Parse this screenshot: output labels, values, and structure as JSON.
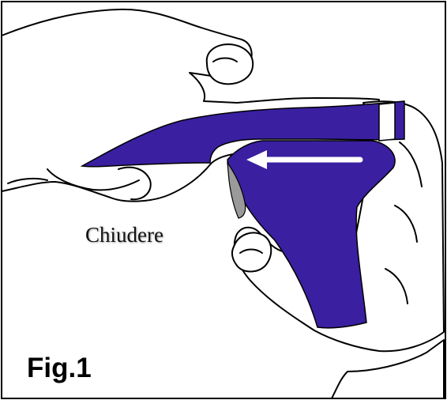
{
  "figure": {
    "caption": "Chiudere",
    "label": "Fig.1",
    "icons": [
      "hands-illustration",
      "inhaler-device",
      "closing-arrow-icon"
    ],
    "colors": {
      "device": "#3a1fa0",
      "mouthpiece": "#9a9a9a",
      "arrow": "#ffffff",
      "outline": "#000000",
      "background": "#ffffff"
    }
  }
}
